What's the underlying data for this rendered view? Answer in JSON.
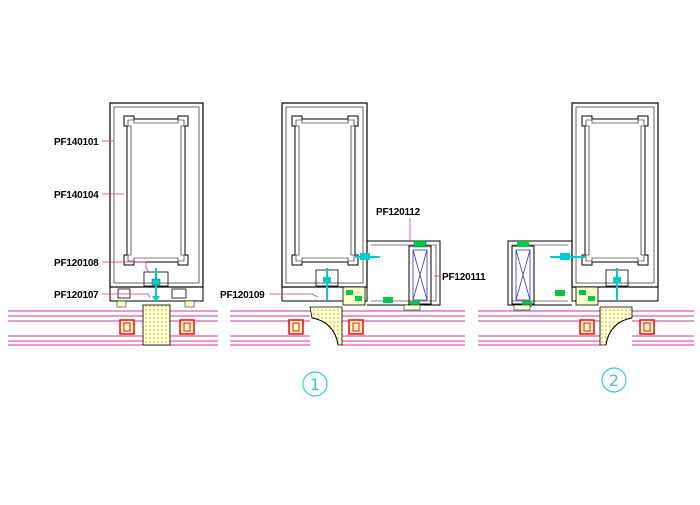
{
  "labels": {
    "pf140101": "PF140101",
    "pf140104": "PF140104",
    "pf120108": "PF120108",
    "pf120107": "PF120107",
    "pf120109": "PF120109",
    "pf120112": "PF120112",
    "pf120111": "PF120111"
  },
  "markers": {
    "one": "1",
    "two": "2"
  },
  "colors": {
    "frame": "#000000",
    "section_line": "#cc3399",
    "fill_yellow": "#ffffcc",
    "seal_red": "#ff0000",
    "marker": "#33cccc",
    "fastener": "#00cccc",
    "clip_green": "#00cc44",
    "glass_blue": "#3333cc"
  }
}
